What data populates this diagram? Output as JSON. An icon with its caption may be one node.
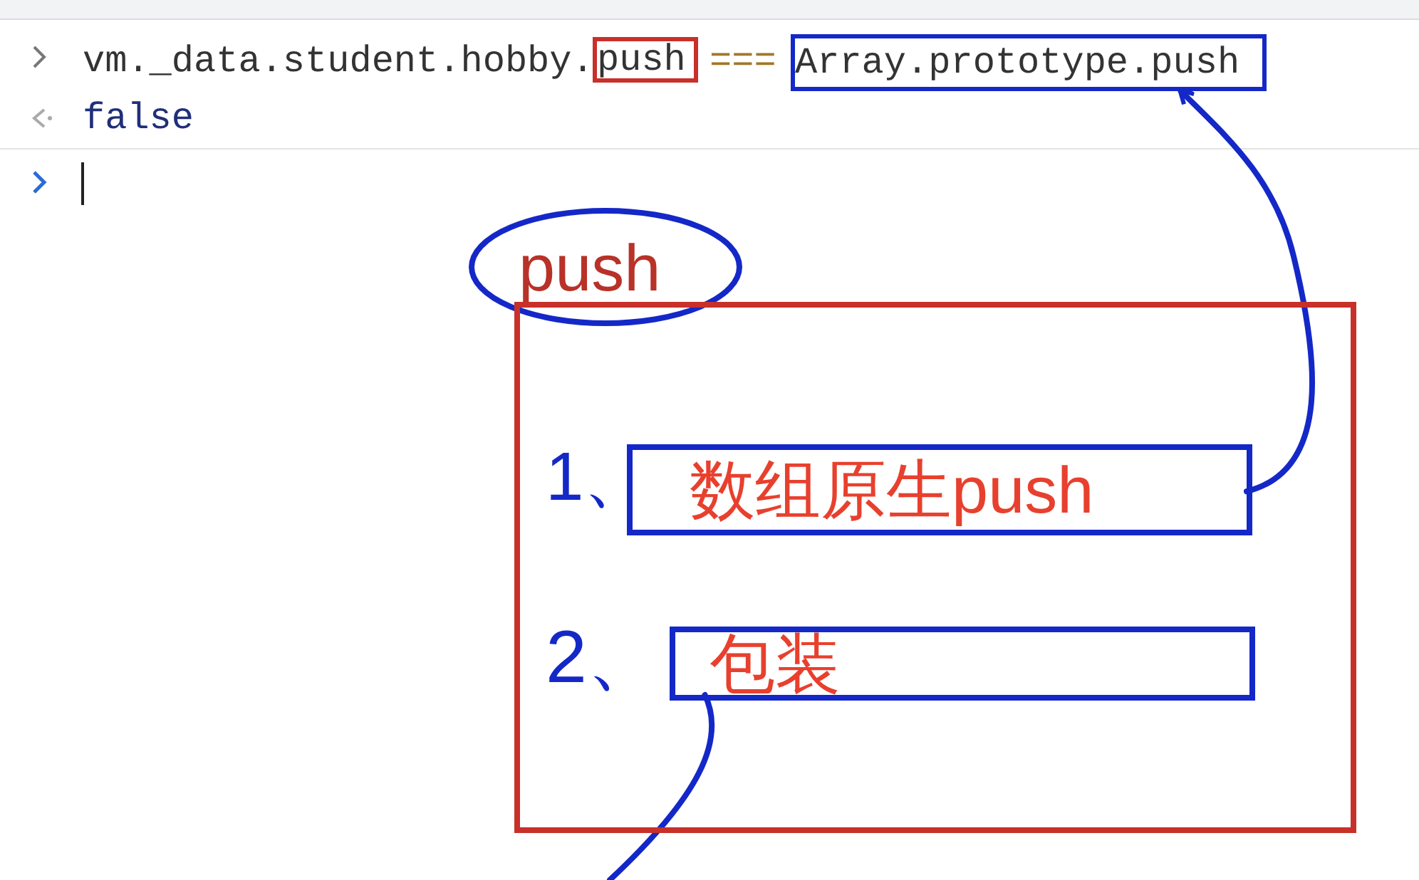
{
  "diagram": {
    "nodes": [
      {
        "text": [
          "push"
        ]
      },
      {
        "text": [
          "Array.prototype.push"
        ]
      },
      {
        "text": [
          "push"
        ]
      },
      {
        "text": [],
        "shape": "box"
      },
      {
        "text": [
          "数组原生push"
        ],
        "in": 3
      },
      {
        "text": [
          "包装"
        ],
        "in": 3
      }
    ],
    "edges": [
      {
        "from": 4,
        "to": 1,
        "arrow": "to"
      },
      {
        "from": 5,
        "to": null,
        "arrow": "none"
      }
    ],
    "labels": [
      "vm._data.student.hobby.",
      "===",
      "false",
      "1、",
      "2、"
    ]
  }
}
